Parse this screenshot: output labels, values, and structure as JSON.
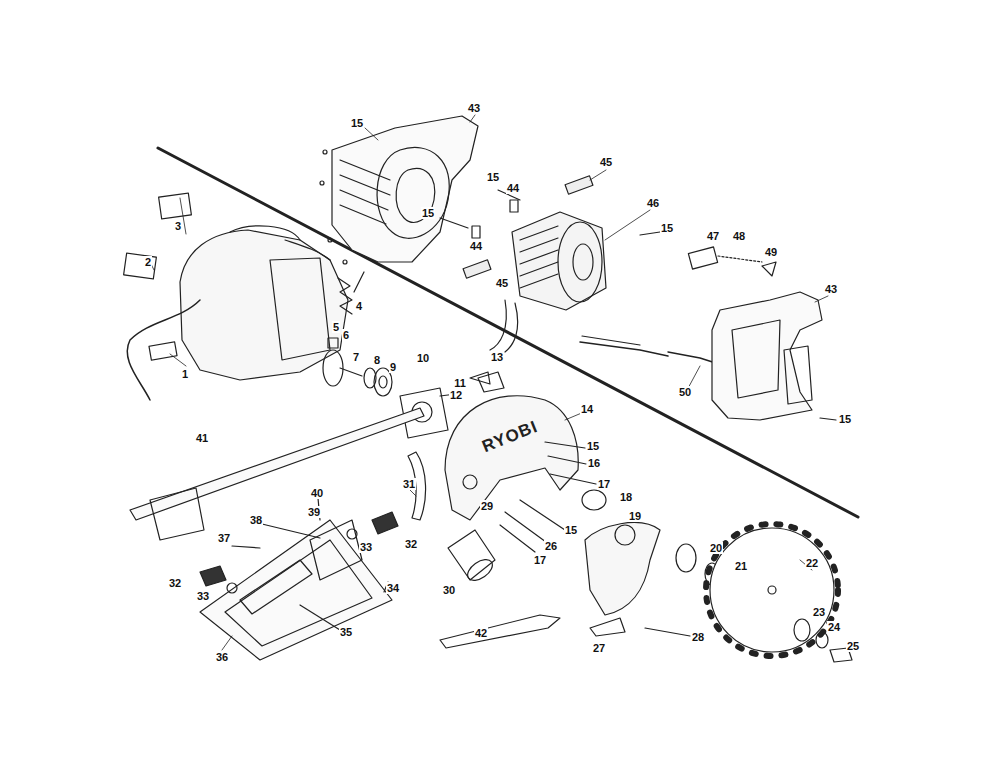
{
  "diagram": {
    "labels": [
      "43",
      "15",
      "15",
      "44",
      "45",
      "46",
      "15",
      "44",
      "15",
      "47",
      "48",
      "49",
      "43",
      "3",
      "2",
      "4",
      "5",
      "6",
      "1",
      "7",
      "8",
      "9",
      "10",
      "11",
      "12",
      "13",
      "45",
      "50",
      "14",
      "RYOBI",
      "15",
      "16",
      "17",
      "15",
      "41",
      "31",
      "29",
      "18",
      "19",
      "26",
      "15",
      "17",
      "40",
      "39",
      "38",
      "32",
      "33",
      "37",
      "30",
      "20",
      "21",
      "22",
      "34",
      "32",
      "33",
      "42",
      "27",
      "28",
      "23",
      "24",
      "25",
      "35",
      "36"
    ]
  }
}
